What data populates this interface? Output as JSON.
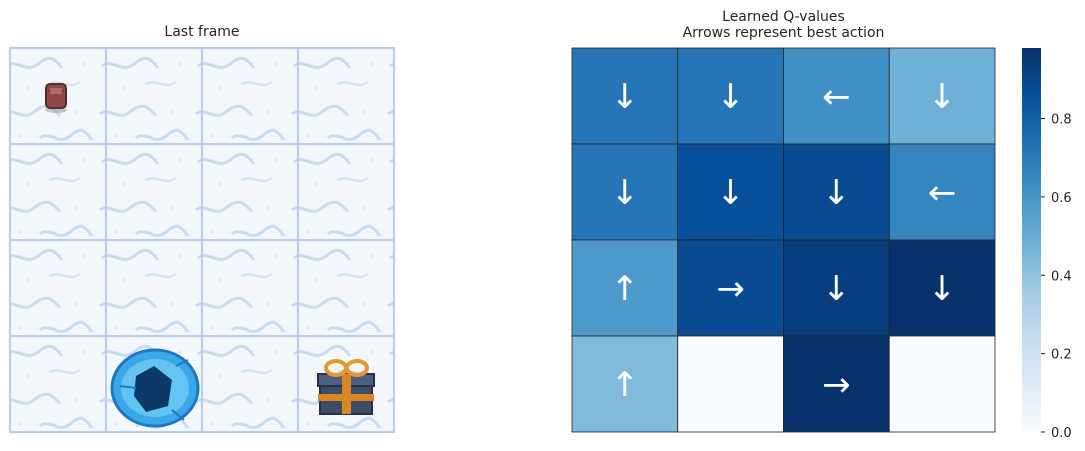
{
  "left_panel": {
    "title": "Last frame",
    "grid_size": 4,
    "objects": [
      {
        "type": "agent",
        "row": 0,
        "col": 0
      },
      {
        "type": "hole",
        "row": 3,
        "col": 1
      },
      {
        "type": "goal",
        "row": 3,
        "col": 3
      }
    ]
  },
  "chart_data": {
    "type": "heatmap",
    "title_line1": "Learned Q-values",
    "title_line2": "Arrows represent best action",
    "rows": 4,
    "cols": 4,
    "values": [
      [
        0.72,
        0.72,
        0.62,
        0.48
      ],
      [
        0.72,
        0.86,
        0.88,
        0.66
      ],
      [
        0.58,
        0.88,
        0.93,
        0.98
      ],
      [
        0.44,
        0.0,
        1.0,
        0.0
      ]
    ],
    "arrows": [
      [
        "↓",
        "↓",
        "←",
        "↓"
      ],
      [
        "↓",
        "↓",
        "↓",
        "←"
      ],
      [
        "↑",
        "→",
        "↓",
        "↓"
      ],
      [
        "↑",
        "",
        "→",
        ""
      ]
    ],
    "colormap": "Blues",
    "colorbar": {
      "vmin": 0.0,
      "vmax": 0.98,
      "ticks": [
        "0.0",
        "0.2",
        "0.4",
        "0.6",
        "0.8"
      ],
      "tick_values": [
        0.0,
        0.2,
        0.4,
        0.6,
        0.8
      ]
    }
  },
  "colors": {
    "ice_light": "#eaf3fd",
    "ice_line": "#b9d3f2",
    "grid_line": "#b6cdee",
    "cell_border": "#222222",
    "arrow": "#ffffff"
  }
}
